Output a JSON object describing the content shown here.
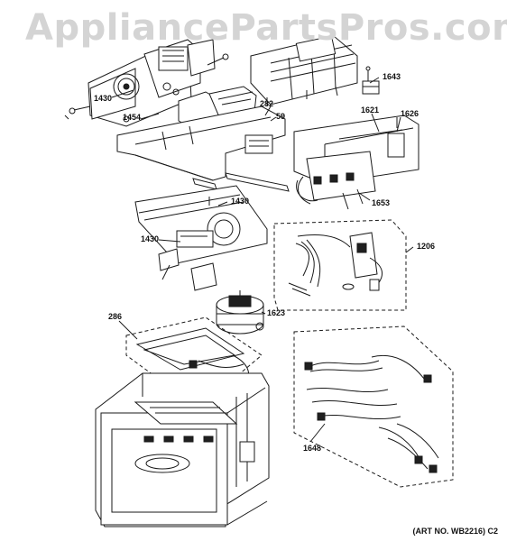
{
  "watermark": "AppliancePartsPros.com",
  "callouts": {
    "c1430a": "1430",
    "c1454": "1454",
    "c282": "282",
    "c59": "59",
    "c1643": "1643",
    "c1621": "1621",
    "c1626": "1626",
    "c1653": "1653",
    "c1430b": "1430",
    "c1430c": "1430",
    "c1206": "1206",
    "c286": "286",
    "c1623": "1623",
    "c1648": "1648"
  },
  "art_number": "(ART NO. WB2216) C2"
}
